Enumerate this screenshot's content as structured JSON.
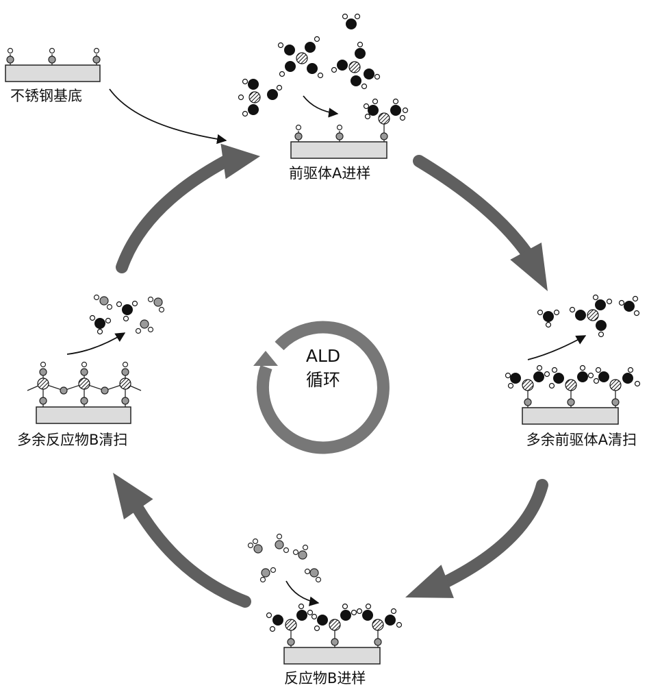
{
  "labels": {
    "substrate": "不锈钢基底",
    "precursor_a_dose": "前驱体A进样",
    "precursor_a_purge": "多余前驱体A清扫",
    "reactant_b_dose": "反应物B进样",
    "reactant_b_purge": "多余反应物B清扫",
    "center_line1": "ALD",
    "center_line2": "循环"
  },
  "colors": {
    "cycle_arrow": "#5f5f5f",
    "center_ring": "#777777",
    "plate_fill": "#dcdcdc",
    "atom_black": "#111111",
    "atom_grey": "#9a9a9a",
    "atom_white": "#ffffff"
  }
}
